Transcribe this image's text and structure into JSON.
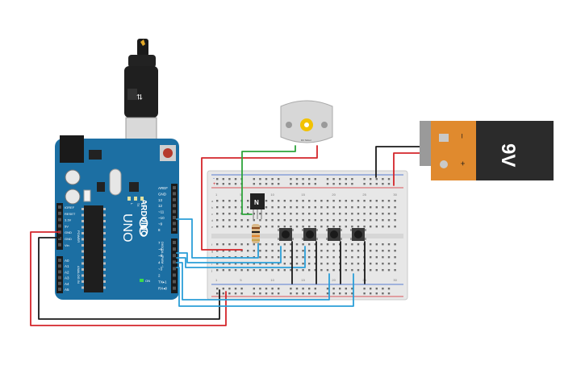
{
  "arduino": {
    "brand": "ARDUINO",
    "model": "UNO",
    "reset_label": "RESET",
    "ioref_label": "IOREF",
    "power_pins": [
      "IOREF",
      "RESET",
      "3.3V",
      "5V",
      "GND",
      "GND",
      "Vin"
    ],
    "power_section_label": "POWER",
    "analog_pins": [
      "A0",
      "A1",
      "A2",
      "A3",
      "A4",
      "A5"
    ],
    "analog_section_label": "ANALOG IN",
    "digital_top": [
      "AREF",
      "GND",
      "13",
      "12",
      "~11",
      "~10",
      "~9",
      "8"
    ],
    "digital_bottom": [
      "7",
      "~6",
      "~5",
      "4",
      "~3",
      "2",
      "TX▸1",
      "RX◂0"
    ],
    "digital_section_label": "DIGITAL (PWM ~)",
    "led_labels": [
      "L",
      "TX",
      "RX"
    ],
    "on_label": "ON"
  },
  "breadboard": {
    "columns_top": [
      "1",
      "",
      "",
      "",
      "5",
      "",
      "",
      "",
      "",
      "10",
      "",
      "",
      "",
      "",
      "15",
      "",
      "",
      "",
      "",
      "20",
      "",
      "",
      "",
      "",
      "25",
      "",
      "",
      "",
      "",
      "30"
    ],
    "row_letters_top": [
      "a",
      "b",
      "c",
      "d",
      "e"
    ],
    "row_letters_bottom": [
      "f",
      "g",
      "h",
      "i",
      "j"
    ],
    "plus_label": "+",
    "minus_label": "-"
  },
  "transistor": {
    "label": "N"
  },
  "motor": {
    "label": "DC Motor"
  },
  "battery": {
    "voltage_label": "9V",
    "plus_label": "+",
    "minus_label": "–"
  },
  "buttons": {
    "count": 4
  },
  "colors": {
    "board_blue": "#1c6fa3",
    "wire_red": "#d4252a",
    "wire_black": "#1a1a1a",
    "wire_blue": "#2b9fd8",
    "wire_green": "#2ea43b",
    "battery_orange": "#e08a2e",
    "battery_black": "#2b2b2b"
  }
}
